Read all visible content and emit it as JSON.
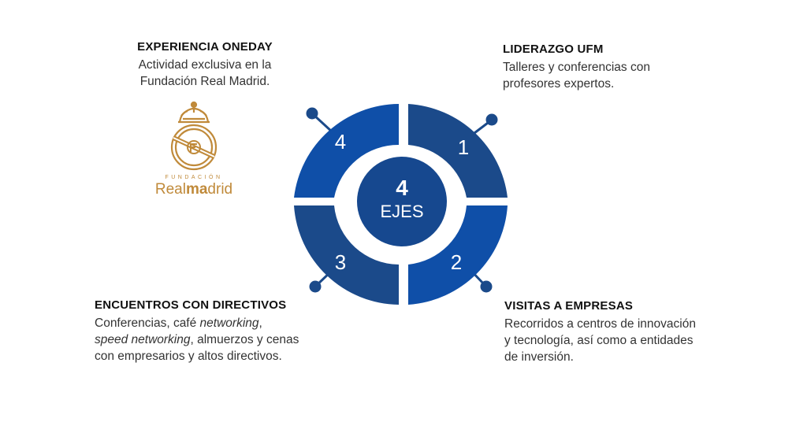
{
  "center": {
    "number": "4",
    "label": "EJES"
  },
  "segments": [
    {
      "number": "1"
    },
    {
      "number": "2"
    },
    {
      "number": "3"
    },
    {
      "number": "4"
    }
  ],
  "blocks": {
    "oneday": {
      "title": "EXPERIENCIA ONEDAY",
      "line1": "Actividad exclusiva en la",
      "line2": "Fundación Real Madrid."
    },
    "ufm": {
      "title": "LIDERAZGO UFM",
      "line1": "Talleres y conferencias con",
      "line2": "profesores expertos."
    },
    "empresas": {
      "title": "VISITAS A EMPRESAS",
      "line1": "Recorridos a centros de innovación",
      "line2": "y tecnología, así como a entidades",
      "line3": "de inversión."
    },
    "directivos": {
      "title": "ENCUENTROS CON DIRECTIVOS",
      "line1_a": "Conferencias, café ",
      "line1_b": "networking",
      "line1_c": ",",
      "line2_a": "speed networking",
      "line2_b": ", almuerzos y cenas",
      "line3": "con empresarios y altos directivos."
    }
  },
  "logo": {
    "fundacion": "FUNDACIÓN",
    "name_a": "Real",
    "name_b": "ma",
    "name_c": "drid"
  },
  "colors": {
    "dark_blue": "#1b4a8a",
    "mid_blue": "#0f4fa8",
    "center_blue": "#16488f",
    "gold": "#c08a3a"
  }
}
